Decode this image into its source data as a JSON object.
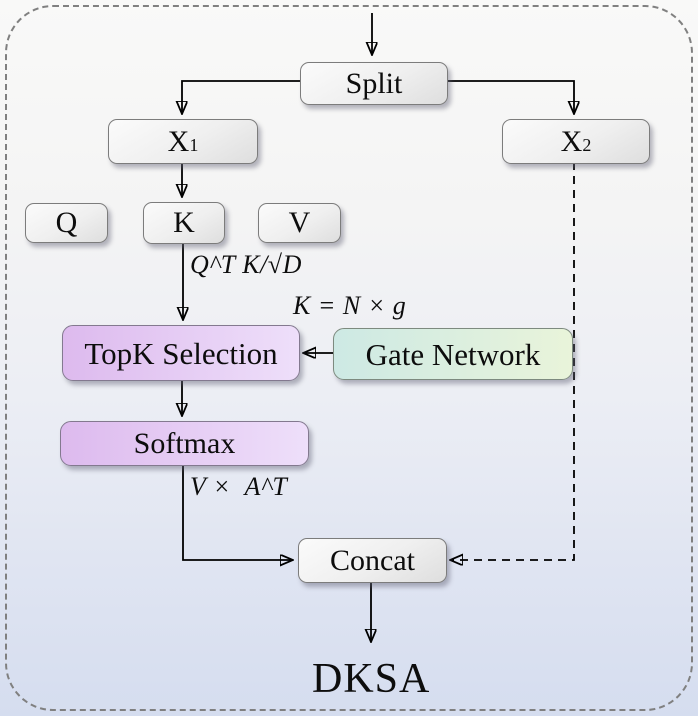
{
  "figure": {
    "output_label": "DKSA"
  },
  "nodes": {
    "split": "Split",
    "x1_base": "X",
    "x1_sub": "1",
    "x2_base": "X",
    "x2_sub": "2",
    "q": "Q",
    "k": "K",
    "v": "V",
    "topk": "TopK Selection",
    "gate": "Gate Network",
    "softmax": "Softmax",
    "concat": "Concat"
  },
  "formulas": {
    "qk_scaled": "Q^T K/√D",
    "k_equals": "K = N × g",
    "v_times_a": "V ×  A^T"
  },
  "colors": {
    "bg_top": "#f9f9f8",
    "bg_bottom": "#d5ddef",
    "gray_box_light": "#fbfbfb",
    "gray_box_dark": "#dedede",
    "purple_left": "#ddbaee",
    "purple_right": "#eedffa",
    "teal_left": "#cde9e4",
    "green_right": "#e9f4da",
    "line": "#000000",
    "border_dash": "#808080"
  }
}
